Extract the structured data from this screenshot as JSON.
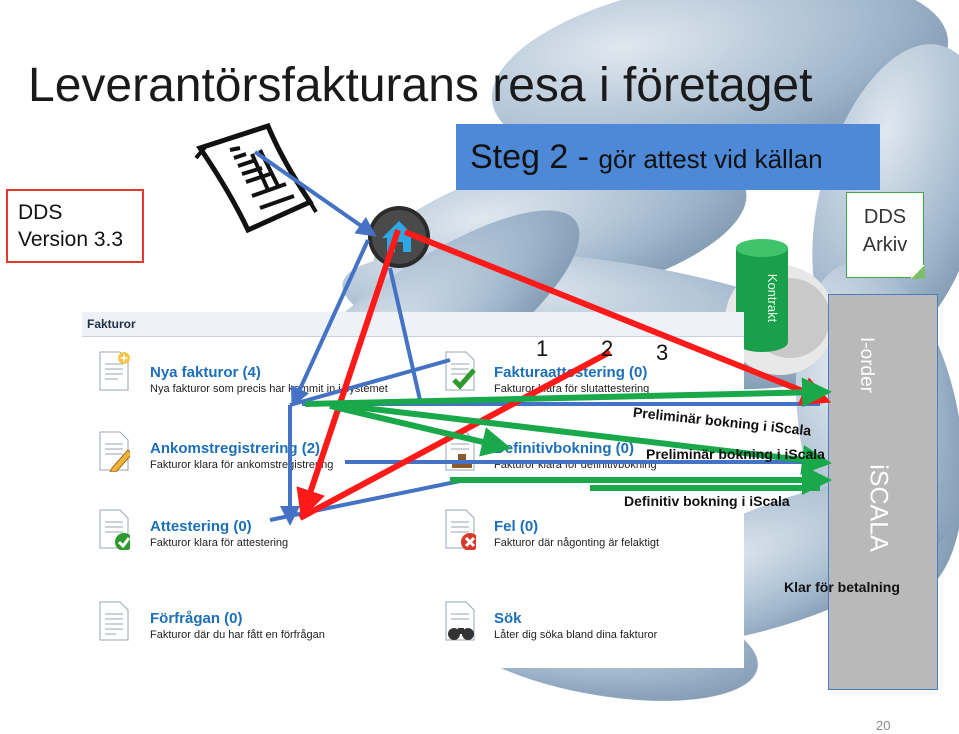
{
  "slide": {
    "title": "Leverantörsfakturans resa i företaget",
    "steg_prefix": "Steg 2 - ",
    "steg_suffix": "gör attest vid källan",
    "dds_version_line1": "DDS",
    "dds_version_line2": "Version 3.3",
    "dds_arkiv_line1": "DDS",
    "dds_arkiv_line2": "Arkiv",
    "kontrakt": "Kontrakt",
    "iorder": "I-order",
    "iscala": "iSCALA",
    "klar": "Klar för betalning",
    "page_number": "20",
    "step_numbers": [
      "1",
      "2",
      "3"
    ],
    "flow_labels": {
      "prelim1": "Preliminär bokning i iScala",
      "prelim2": "Preliminär bokning i iScala",
      "definitiv": "Definitiv bokning i iScala"
    }
  },
  "panel": {
    "title": "Fakturor",
    "items": [
      {
        "title": "Nya fakturor (4)",
        "sub": "Nya fakturor som precis har kommit in i systemet",
        "icon": "new-invoice-icon"
      },
      {
        "title": "Fakturaattestering (0)",
        "sub": "Fakturor klara för slutattestering",
        "icon": "green-check-icon"
      },
      {
        "title": "Ankomstregistrering (2)",
        "sub": "Fakturor klara för ankomstregistrering",
        "icon": "pencil-icon"
      },
      {
        "title": "Definitivbokning (0)",
        "sub": "Fakturor klara för definitivbokning",
        "icon": "stamp-icon"
      },
      {
        "title": "Attestering (0)",
        "sub": "Fakturor klara för attestering",
        "icon": "green-check-icon"
      },
      {
        "title": "Fel (0)",
        "sub": "Fakturor där någonting är felaktigt",
        "icon": "red-x-icon"
      },
      {
        "title": "Förfrågan (0)",
        "sub": "Fakturor där du har fått en förfrågan",
        "icon": "document-icon"
      },
      {
        "title": "Sök",
        "sub": "Låter dig söka bland dina fakturor",
        "icon": "binoculars-icon"
      }
    ]
  },
  "colors": {
    "accent_blue": "#4d89d6",
    "arrow_red": "#ff1a1a",
    "arrow_green": "#19a84a",
    "arrow_blue": "#4472c4",
    "link_blue": "#1c6fb8"
  }
}
